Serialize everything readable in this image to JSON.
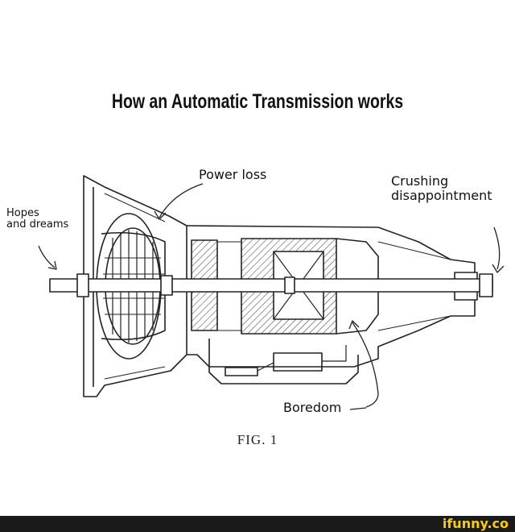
{
  "title": "How an Automatic Transmission works",
  "labels": {
    "power_loss": "Power loss",
    "crushing": "Crushing\ndisappointment",
    "hopes": "Hopes\nand dreams",
    "boredom": "Boredom"
  },
  "figure_caption": "FIG. 1",
  "watermark": "ifunny.co",
  "colors": {
    "line": "#222222",
    "footer": "#1a1a1a",
    "brand": "#ffcc00"
  }
}
